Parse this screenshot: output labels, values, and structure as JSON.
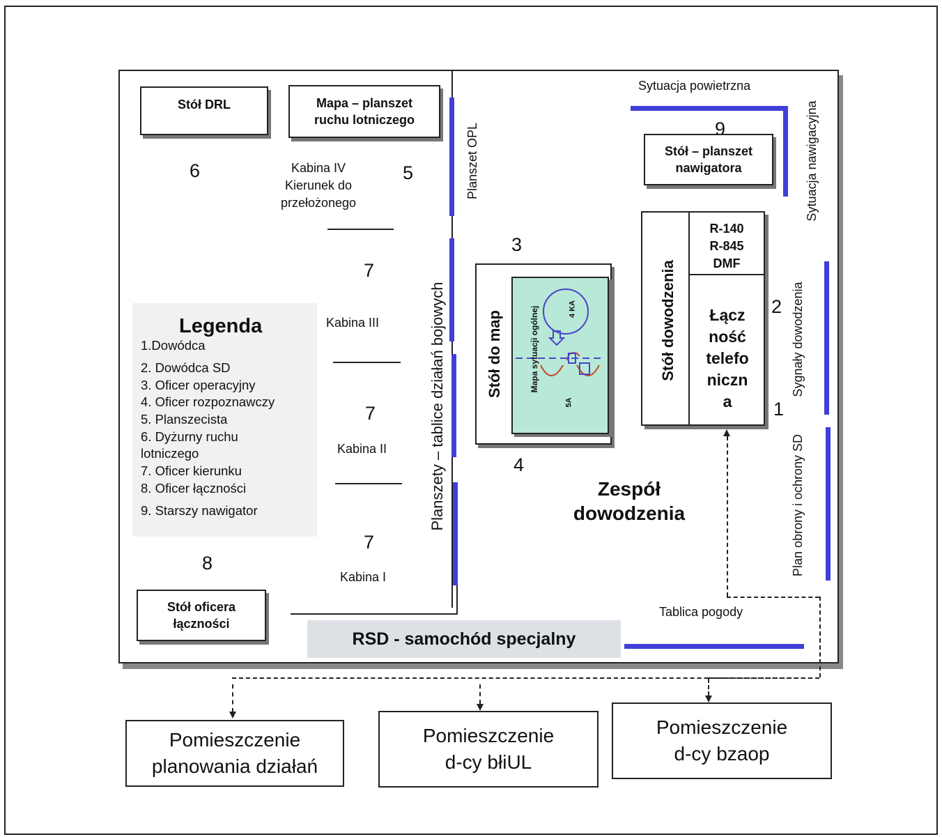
{
  "tables": {
    "drl": "Stół DRL",
    "map_line1": "Mapa – planszet",
    "map_line2": "ruchu lotniczego",
    "nav_line1": "Stół – planszet",
    "nav_line2": "nawigatora",
    "radio_line1": "R-140",
    "radio_line2": "R-845",
    "radio_line3": "DMF",
    "phone_line1": "Łącz",
    "phone_line2": "ność",
    "phone_line3": "telefo",
    "phone_line4": "niczn",
    "phone_line5": "a",
    "command_table": "Stół dowodzenia",
    "maps_table": "Stół do map",
    "comms_line1": "Stół oficera",
    "comms_line2": "łączności"
  },
  "cabins": {
    "iv_line1": "Kabina IV",
    "iv_line2": "Kierunek do",
    "iv_line3": "przełożonego",
    "iii": "Kabina III",
    "ii": "Kabina II",
    "i": "Kabina I"
  },
  "numbers": {
    "n1": "1",
    "n2": "2",
    "n3": "3",
    "n4": "4",
    "n5": "5",
    "n6": "6",
    "n7a": "7",
    "n7b": "7",
    "n7c": "7",
    "n8": "8",
    "n9": "9"
  },
  "boards": {
    "opl": "Planszet OPL",
    "combat": "Planszety – tablice działań bojowych",
    "air": "Sytuacja powietrzna",
    "nav": "Sytuacja nawigacyjna",
    "signals": "Sygnały dowodzenia",
    "defense": "Plan obrony i ochrony SD",
    "weather": "Tablica pogody"
  },
  "map_inset": {
    "title": "Mapa sytuacji ogólnej",
    "label_4ka": "4 KA",
    "label_5a": "5A"
  },
  "team": {
    "line1": "Zespół",
    "line2": "dowodzenia"
  },
  "vehicle": "RSD - samochód specjalny",
  "legend": {
    "title": "Legenda",
    "items": [
      "1.Dowódca",
      "2. Dowódca SD",
      "3. Oficer operacyjny",
      "4. Oficer rozpoznawczy",
      "5. Planszecista",
      "6. Dyżurny ruchu",
      "lotniczego",
      "7. Oficer kierunku",
      "8. Oficer łączności",
      "9. Starszy nawigator"
    ]
  },
  "rooms": {
    "planning_line1": "Pomieszczenie",
    "planning_line2": "planowania działań",
    "bhiul_line1": "Pomieszczenie",
    "bhiul_line2": "d-cy błiUL",
    "bzaop_line1": "Pomieszczenie",
    "bzaop_line2": "d-cy bzaop"
  },
  "colors": {
    "board_blue": "#4040d8",
    "map_green": "#b8e8d8",
    "legend_bg": "#f1f1f1",
    "vehicle_bg": "#dde1e6"
  }
}
